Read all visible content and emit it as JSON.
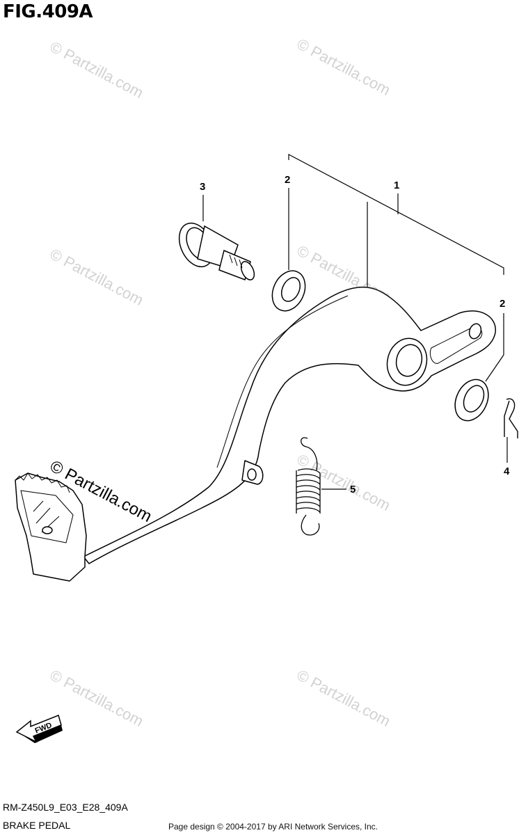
{
  "header": {
    "figure_title": "FIG.409A"
  },
  "footer": {
    "diagram_code": "RM-Z450L9_E03_E28_409A",
    "diagram_name": "BRAKE PEDAL",
    "credit": "Page design © 2004-2017 by ARI Network Services, Inc."
  },
  "callouts": {
    "c1": "1",
    "c2a": "2",
    "c2b": "2",
    "c3": "3",
    "c4": "4",
    "c5": "5"
  },
  "watermark": {
    "text": "© Partzilla.com"
  },
  "fwd_label": "FWD"
}
